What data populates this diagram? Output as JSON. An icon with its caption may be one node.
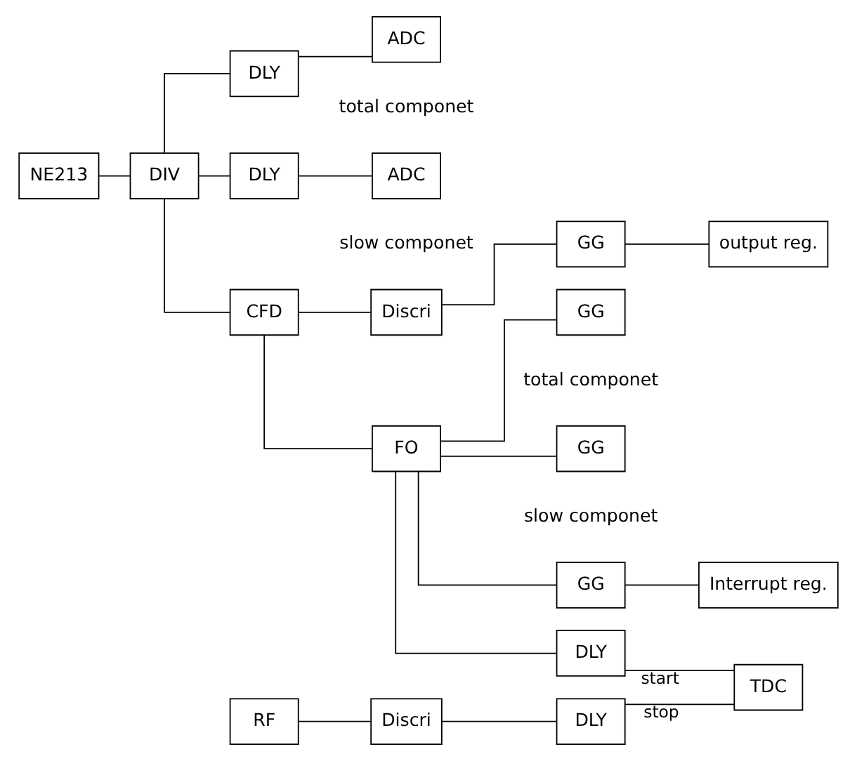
{
  "diagram": {
    "nodes": [
      {
        "text": [
          "NE213"
        ]
      },
      {
        "text": [
          "DIV"
        ]
      },
      {
        "text": [
          "DLY"
        ]
      },
      {
        "text": [
          "ADC"
        ],
        "beside": [
          "total componet"
        ]
      },
      {
        "text": [
          "DLY"
        ]
      },
      {
        "text": [
          "ADC"
        ],
        "beside": [
          "slow componet"
        ]
      },
      {
        "text": [
          "CFD"
        ]
      },
      {
        "text": [
          "Discri"
        ]
      },
      {
        "text": [
          "GG"
        ]
      },
      {
        "text": [
          "output reg."
        ]
      },
      {
        "text": [
          "FO"
        ]
      },
      {
        "text": [
          "GG"
        ],
        "beside": [
          "total componet"
        ]
      },
      {
        "text": [
          "GG"
        ],
        "beside": [
          "slow componet"
        ]
      },
      {
        "text": [
          "GG"
        ]
      },
      {
        "text": [
          "Interrupt reg."
        ]
      },
      {
        "text": [
          "DLY"
        ]
      },
      {
        "text": [
          "TDC"
        ]
      },
      {
        "text": [
          "RF"
        ]
      },
      {
        "text": [
          "Discri"
        ]
      },
      {
        "text": [
          "DLY"
        ]
      }
    ],
    "edges": [
      {
        "from": 0,
        "to": 1,
        "arrow": "none"
      },
      {
        "from": 1,
        "to": 2,
        "arrow": "none"
      },
      {
        "from": 1,
        "to": 4,
        "arrow": "none"
      },
      {
        "from": 1,
        "to": 6,
        "arrow": "none"
      },
      {
        "from": 2,
        "to": 3,
        "arrow": "none"
      },
      {
        "from": 4,
        "to": 5,
        "arrow": "none"
      },
      {
        "from": 6,
        "to": 7,
        "arrow": "none"
      },
      {
        "from": 7,
        "to": 8,
        "arrow": "none"
      },
      {
        "from": 8,
        "to": 9,
        "arrow": "none"
      },
      {
        "from": 6,
        "to": 10,
        "arrow": "none"
      },
      {
        "from": 10,
        "to": 11,
        "arrow": "none"
      },
      {
        "from": 10,
        "to": 12,
        "arrow": "none"
      },
      {
        "from": 10,
        "to": 13,
        "arrow": "none"
      },
      {
        "from": 10,
        "to": 15,
        "arrow": "none"
      },
      {
        "from": 13,
        "to": 14,
        "arrow": "none"
      },
      {
        "from": 15,
        "to": 16,
        "label": "start",
        "arrow": "none"
      },
      {
        "from": 17,
        "to": 18,
        "arrow": "none"
      },
      {
        "from": 18,
        "to": 19,
        "arrow": "none"
      },
      {
        "from": 19,
        "to": 16,
        "label": "stop",
        "arrow": "none"
      }
    ]
  }
}
